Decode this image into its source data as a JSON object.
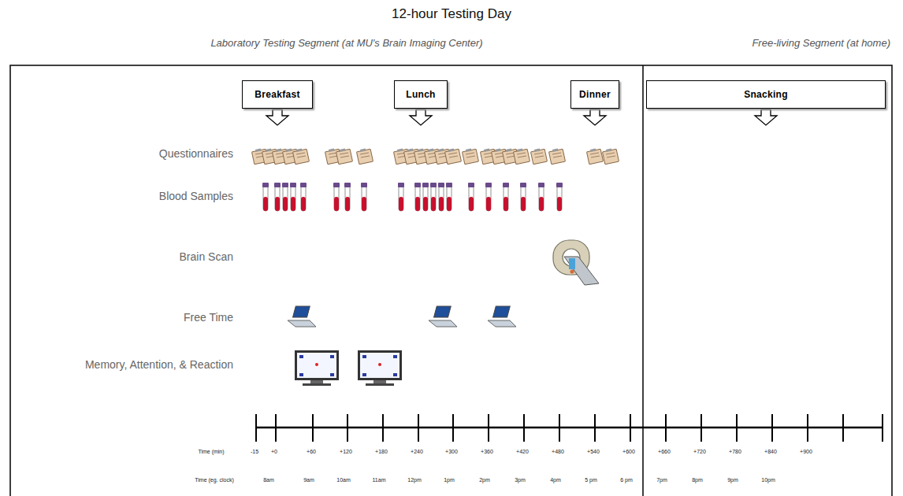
{
  "diagram": {
    "title": "12-hour Testing Day",
    "nodes": [
      {
        "text": [
          "Breakfast"
        ]
      },
      {
        "text": [
          "Lunch"
        ]
      },
      {
        "text": [
          "Dinner"
        ]
      },
      {
        "text": [
          "Snacking"
        ]
      }
    ],
    "labels": [
      "Laboratory Testing Segment (at MU's Brain Imaging Center)",
      "Free-living Segment (at home)",
      "Questionnaires",
      "Blood Samples",
      "Brain Scan",
      "Free Time",
      "Memory, Attention, & Reaction",
      "Time (min)",
      "-15",
      "+0",
      "+60",
      "+120",
      "+180",
      "+240",
      "+300",
      "+360",
      "+420",
      "+480",
      "+540",
      "+600",
      "+660",
      "+720",
      "+780",
      "+840",
      "+900",
      "Time (eg. clock)",
      "8am",
      "9am",
      "10am",
      "11am",
      "12pm",
      "1pm",
      "2pm",
      "3pm",
      "4pm",
      "5 pm",
      "6 pm",
      "7pm",
      "8pm",
      "9pm",
      "10pm"
    ]
  }
}
